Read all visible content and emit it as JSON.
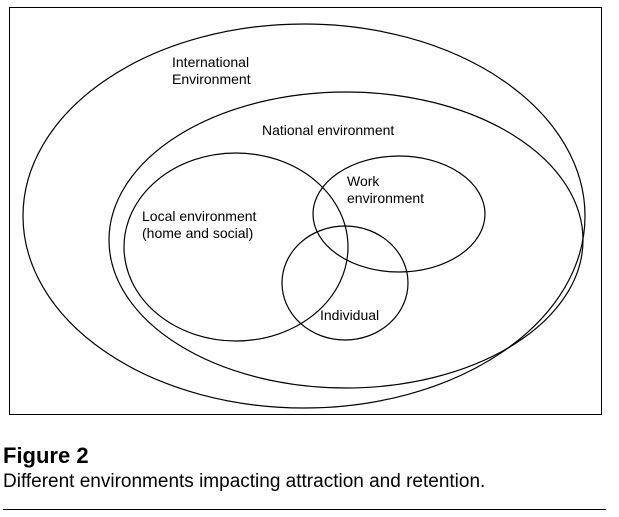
{
  "diagram": {
    "international_lines": [
      "International",
      "Environment"
    ],
    "national_label": "National environment",
    "work_lines": [
      "Work",
      "environment"
    ],
    "local_lines": [
      "Local environment",
      "(home and social)"
    ],
    "individual_label": "Individual",
    "stroke_color": "#000000"
  },
  "caption": {
    "label": "Figure 2",
    "text": "Different environments impacting attraction and retention."
  }
}
